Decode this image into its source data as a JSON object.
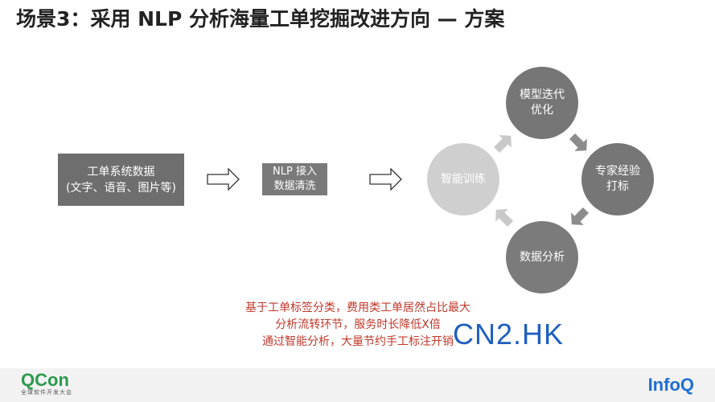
{
  "slide": {
    "title": "场景3：采用 NLP 分析海量工单挖掘改进方向 — 方案"
  },
  "flow": {
    "source_box": {
      "line1": "工单系统数据",
      "line2": "(文字、语音、图片等)"
    },
    "nlp_box": {
      "line1": "NLP 接入",
      "line2": "数据清洗"
    }
  },
  "cycle": {
    "top": {
      "line1": "模型迭代",
      "line2": "优化"
    },
    "right": {
      "line1": "专家经验",
      "line2": "打标"
    },
    "bottom": {
      "line1": "数据分析"
    },
    "left": {
      "line1": "智能训练"
    }
  },
  "note": {
    "line1": "基于工单标签分类，费用类工单居然占比最大",
    "line2": "分析流转环节，服务时长降低X倍",
    "line3": "通过智能分析，大量节约手工标注开销"
  },
  "watermark": "CN2.HK",
  "footer": {
    "left_logo": "QCon",
    "left_sub": "全球软件开发大会",
    "right_logo": "InfoQ"
  },
  "colors": {
    "dark_gray": "#767676",
    "light_gray": "#cfcfcf",
    "note_red": "#c0392b",
    "watermark_blue": "#1f5fbf",
    "qcon_green": "#2b9a4d",
    "infoq_blue": "#1f6fd0"
  }
}
